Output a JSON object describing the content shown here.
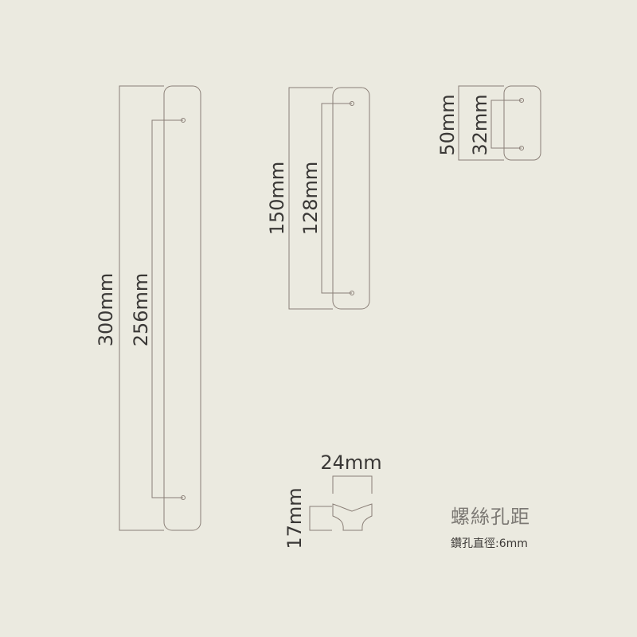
{
  "handles": {
    "h300": {
      "length_label": "300mm",
      "spacing_label": "256mm"
    },
    "h150": {
      "length_label": "150mm",
      "spacing_label": "128mm"
    },
    "h50": {
      "length_label": "50mm",
      "spacing_label": "32mm"
    }
  },
  "side_profile": {
    "width_label": "24mm",
    "height_label": "17mm"
  },
  "caption": {
    "title": "螺絲孔距",
    "subtitle": "鑽孔直徑:6mm"
  },
  "colors": {
    "background": "#ebeae0",
    "line": "#8a7f77",
    "text": "#3a3836"
  }
}
